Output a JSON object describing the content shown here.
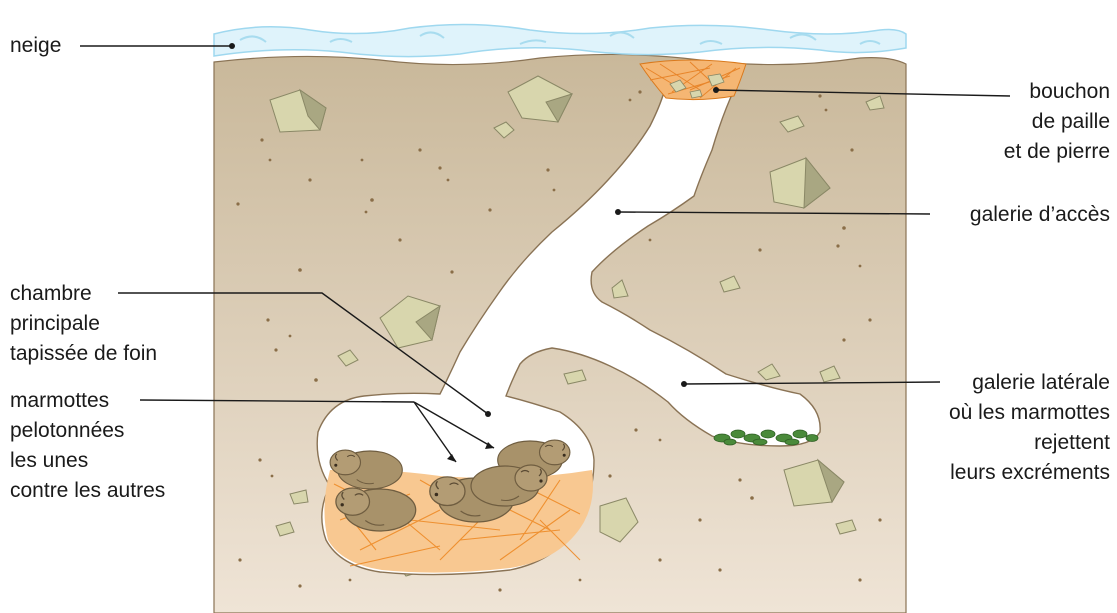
{
  "labels": {
    "snow": [
      "neige"
    ],
    "plug": [
      "bouchon",
      "de paille",
      "et de pierre"
    ],
    "access_gallery": [
      "galerie d’accès"
    ],
    "main_chamber": [
      "chambre",
      "principale",
      "tapissée de foin"
    ],
    "marmots": [
      "marmottes",
      "pelotonnées",
      "les unes",
      "contre les autres"
    ],
    "side_gallery": [
      "galerie latérale",
      "où les marmottes",
      "rejettent",
      "leurs excréments"
    ]
  },
  "colors": {
    "soil_top": "#c9b89a",
    "soil_bottom": "#ecdfcf",
    "burrow": "#ffffff",
    "burrow_edge": "#8a7355",
    "snow": "#dff3fb",
    "snow_edge": "#9fd8ef",
    "hay": "#f0922e",
    "stone": "#d8d6ad",
    "stone_shadow": "#9c9a78",
    "marmot": "#a8926a",
    "marmot_dark": "#7d6a4b",
    "droppings": "#4a8a3a"
  },
  "icons": [
    "marmot-icon",
    "stone-icon",
    "hay-nest",
    "droppings"
  ]
}
